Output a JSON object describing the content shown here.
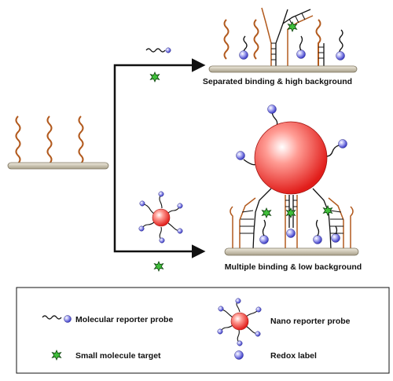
{
  "labels": {
    "top_result": "Separated binding & high background",
    "bottom_result": "Multiple binding & low background"
  },
  "legend": {
    "molecular_probe": "Molecular reporter probe",
    "nano_probe": "Nano reporter probe",
    "small_target": "Small molecule target",
    "redox_label": "Redox label"
  },
  "colors": {
    "aptamer_strand": "#b25a1e",
    "electrode_surface": "#d9d2bf",
    "nanoparticle": "#f0302a",
    "redox_label": "#5a5ad8",
    "target": "#2fa83a"
  }
}
